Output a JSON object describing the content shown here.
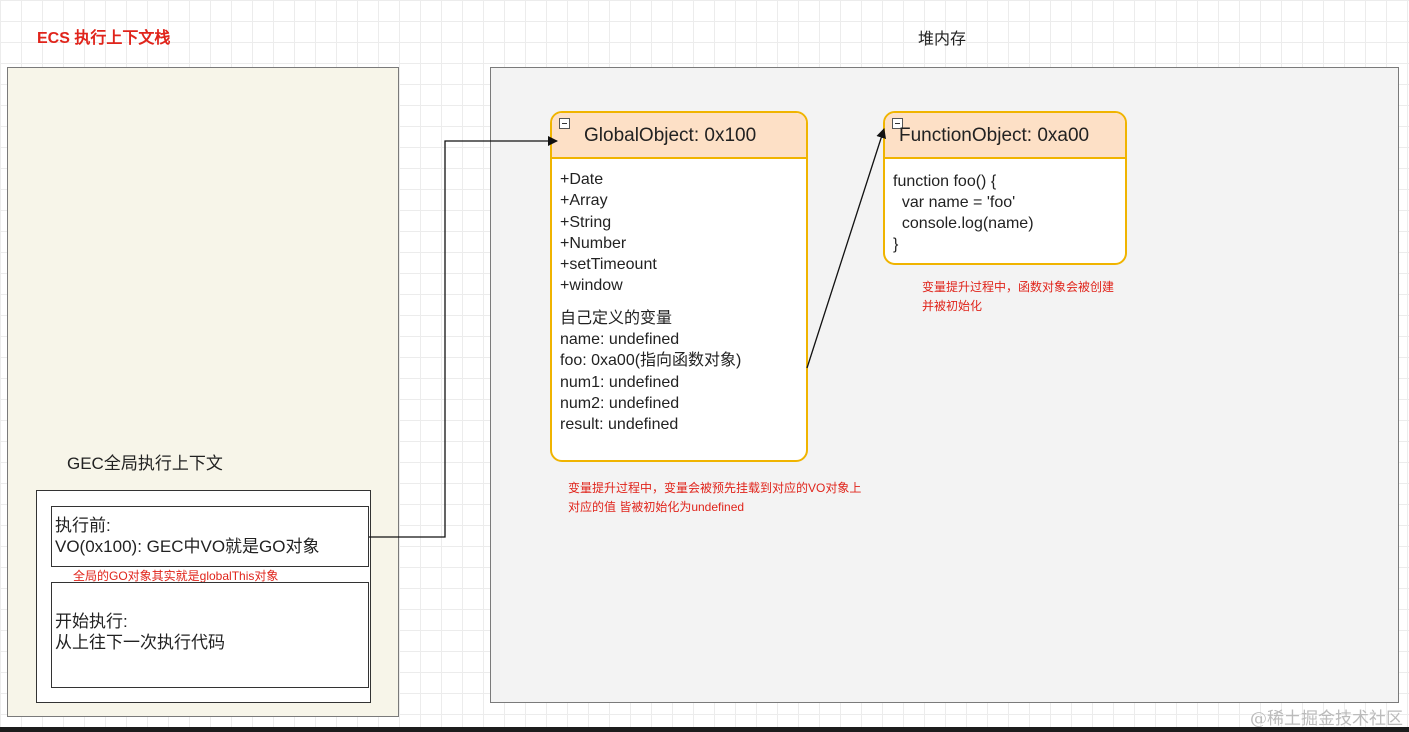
{
  "ecs_title": "ECS 执行上下文栈",
  "heap_title": "堆内存",
  "gec": {
    "label": "GEC全局执行上下文",
    "before_lines": [
      "执行前:",
      "VO(0x100): GEC中VO就是GO对象"
    ],
    "go_note": "全局的GO对象其实就是globalThis对象",
    "start_lines": [
      "开始执行:",
      "从上往下一次执行代码"
    ]
  },
  "global_object": {
    "title": "GlobalObject: 0x100",
    "builtins": [
      "+Date",
      "+Array",
      "+String",
      "+Number",
      "+setTimeount",
      "+window"
    ],
    "custom_lines": [
      "自己定义的变量",
      "name: undefined",
      "foo: 0xa00(指向函数对象)",
      "num1: undefined",
      "num2: undefined",
      "result: undefined"
    ]
  },
  "function_object": {
    "title": "FunctionObject: 0xa00",
    "code_lines": [
      "function foo() {",
      "  var name = 'foo'",
      "  console.log(name)",
      "}"
    ]
  },
  "notes": {
    "function_hoist": [
      "变量提升过程中，函数对象会被创建",
      "并被初始化"
    ],
    "variable_hoist": [
      "变量提升过程中，变量会被预先挂载到对应的VO对象上",
      "对应的值 皆被初始化为undefined"
    ]
  },
  "watermark": "@稀土掘金技术社区",
  "colors": {
    "accent_red": "#e0241b",
    "object_border": "#f0b400",
    "object_header": "#fde0c6",
    "ecs_panel_bg": "#f7f5e9",
    "heap_panel_bg": "#f3f3f3"
  }
}
